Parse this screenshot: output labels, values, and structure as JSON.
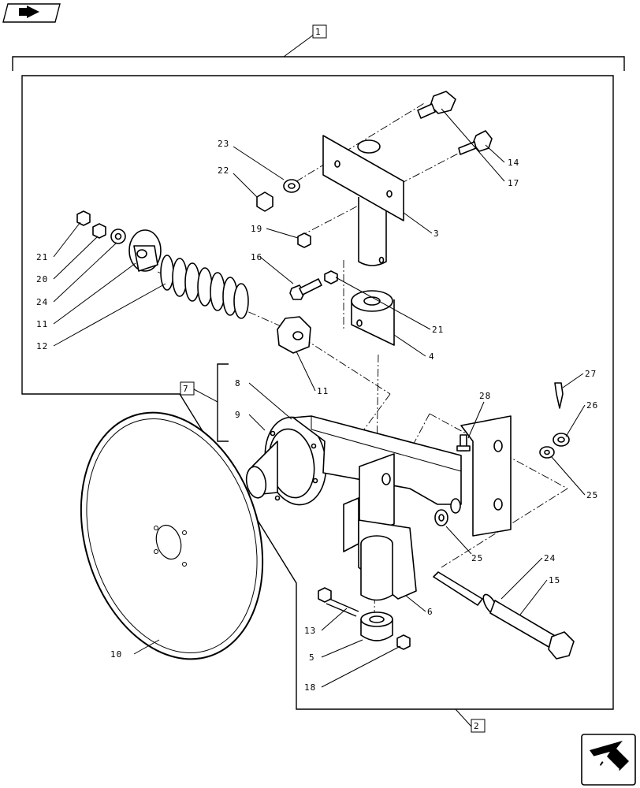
{
  "diagram": {
    "group_labels": {
      "top_assembly": "1",
      "lower_assembly": "2",
      "kit": "7"
    },
    "callouts": {
      "c3": "3",
      "c4": "4",
      "c5": "5",
      "c6": "6",
      "c8": "8",
      "c9": "9",
      "c10": "10",
      "c11a": "11",
      "c11b": "11",
      "c12": "12",
      "c13": "13",
      "c14": "14",
      "c15": "15",
      "c16": "16",
      "c17": "17",
      "c18": "18",
      "c19": "19",
      "c20": "20",
      "c21a": "21",
      "c21b": "21",
      "c22": "22",
      "c23": "23",
      "c24a": "24",
      "c24b": "24",
      "c25a": "25",
      "c25b": "25",
      "c26": "26",
      "c27": "27",
      "c28": "28"
    },
    "icons": {
      "top_left": "book-arrow-icon",
      "bottom_right": "navigate-arrow-icon"
    }
  }
}
